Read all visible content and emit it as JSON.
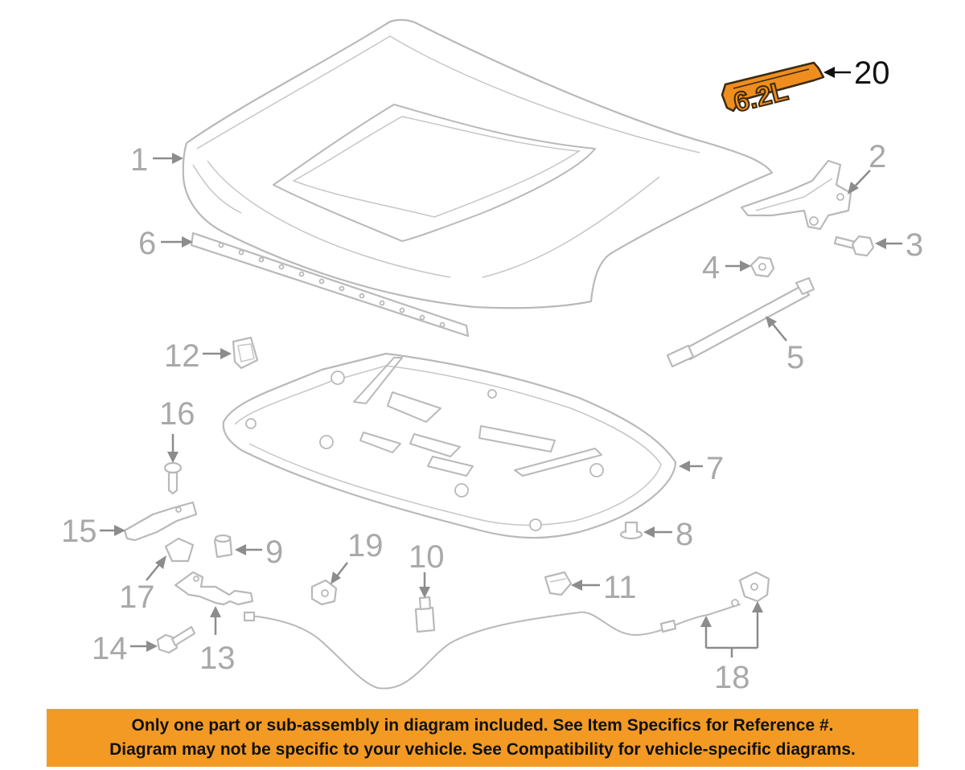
{
  "callouts": {
    "c1": "1",
    "c2": "2",
    "c3": "3",
    "c4": "4",
    "c5": "5",
    "c6": "6",
    "c7": "7",
    "c8": "8",
    "c9": "9",
    "c10": "10",
    "c11": "11",
    "c12": "12",
    "c13": "13",
    "c14": "14",
    "c15": "15",
    "c16": "16",
    "c17": "17",
    "c18": "18",
    "c19": "19",
    "c20": "20"
  },
  "highlighted_part": "20",
  "badge_logo_text": "6.2L",
  "colors": {
    "highlight": "#ef8d1e",
    "banner": "#f39a25",
    "line_art": "#b9b9b9"
  },
  "banner": {
    "line1": "Only one part or sub-assembly in diagram included. See Item Specifics for Reference #.",
    "line2": "Diagram may not be specific to your vehicle. See Compatibility for vehicle-specific diagrams."
  }
}
